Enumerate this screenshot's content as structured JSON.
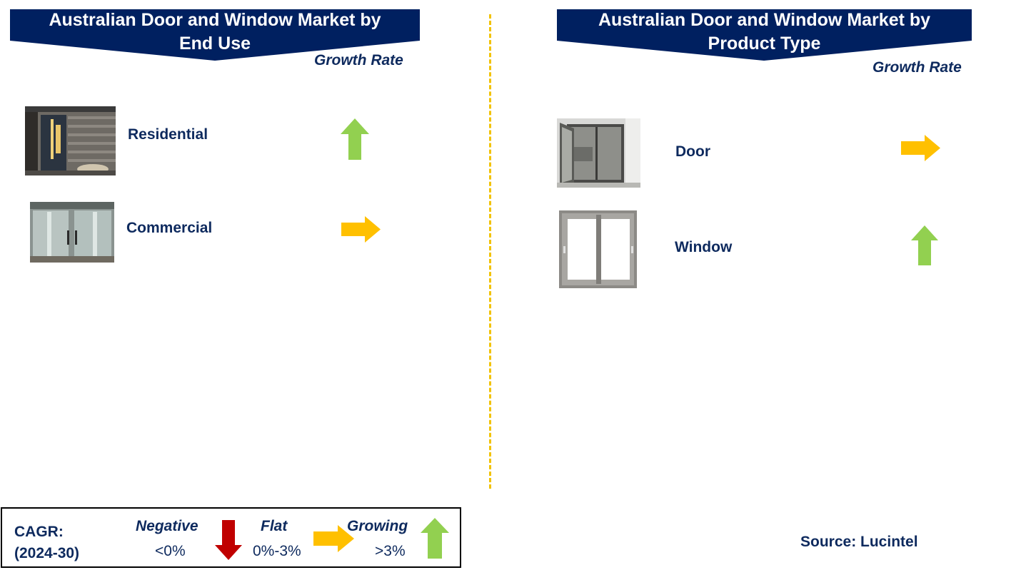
{
  "panels": {
    "end_use": {
      "title_line1": "Australian Door and Window Market by",
      "title_line2": "End Use",
      "growth_rate_label": "Growth Rate",
      "items": [
        {
          "label": "Residential",
          "trend": "growing"
        },
        {
          "label": "Commercial",
          "trend": "flat"
        }
      ]
    },
    "product_type": {
      "title_line1": "Australian Door and Window Market by",
      "title_line2": "Product Type",
      "growth_rate_label": "Growth Rate",
      "items": [
        {
          "label": "Door",
          "trend": "flat"
        },
        {
          "label": "Window",
          "trend": "growing"
        }
      ]
    }
  },
  "legend": {
    "title_line1": "CAGR:",
    "title_line2": "(2024-30)",
    "categories": [
      {
        "name": "Negative",
        "range": "<0%",
        "icon": "arrow-down-icon",
        "color": "#c00000"
      },
      {
        "name": "Flat",
        "range": "0%-3%",
        "icon": "arrow-right-icon",
        "color": "#ffc000"
      },
      {
        "name": "Growing",
        "range": ">3%",
        "icon": "arrow-up-icon",
        "color": "#92d050"
      }
    ]
  },
  "source": "Source: Lucintel",
  "colors": {
    "banner": "#002060",
    "text": "#0e2a5e",
    "divider": "#f2c200",
    "growing": "#92d050",
    "flat": "#ffc000",
    "negative": "#c00000"
  }
}
